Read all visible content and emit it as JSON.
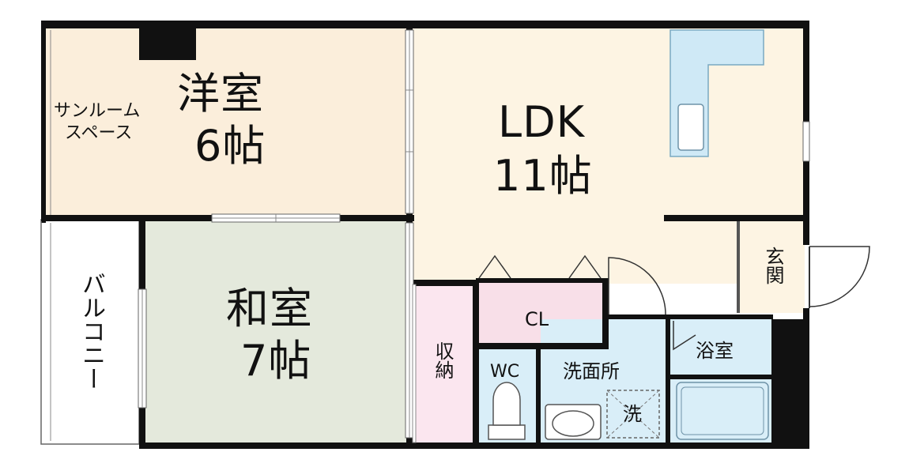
{
  "rooms": {
    "western": {
      "name": "洋室",
      "size": "6帖"
    },
    "sunroom": {
      "line1": "サンルーム",
      "line2": "スペース"
    },
    "ldk": {
      "name": "LDK",
      "size": "11帖"
    },
    "japanese": {
      "name": "和室",
      "size": "7帖"
    },
    "balcony": {
      "name": "バルコニー"
    },
    "closet": {
      "name": "CL"
    },
    "storage": {
      "name": "収納"
    },
    "wc": {
      "name": "WC"
    },
    "washroom": {
      "name": "洗面所"
    },
    "washer": {
      "name": "洗"
    },
    "bathroom": {
      "name": "浴室"
    },
    "entrance": {
      "name": "玄関"
    }
  },
  "colors": {
    "wall": "#111111",
    "western_floor": "#fbeedb",
    "ldk_floor": "#fdf4e3",
    "japanese_floor": "#e4e9dc",
    "storage_floor": "#fbe6ef",
    "closet_floor": "#f8dfe8",
    "wet_area_floor": "#d9eef8",
    "kitchen_counter": "#cfe9f6",
    "balcony_floor": "#ffffff"
  }
}
